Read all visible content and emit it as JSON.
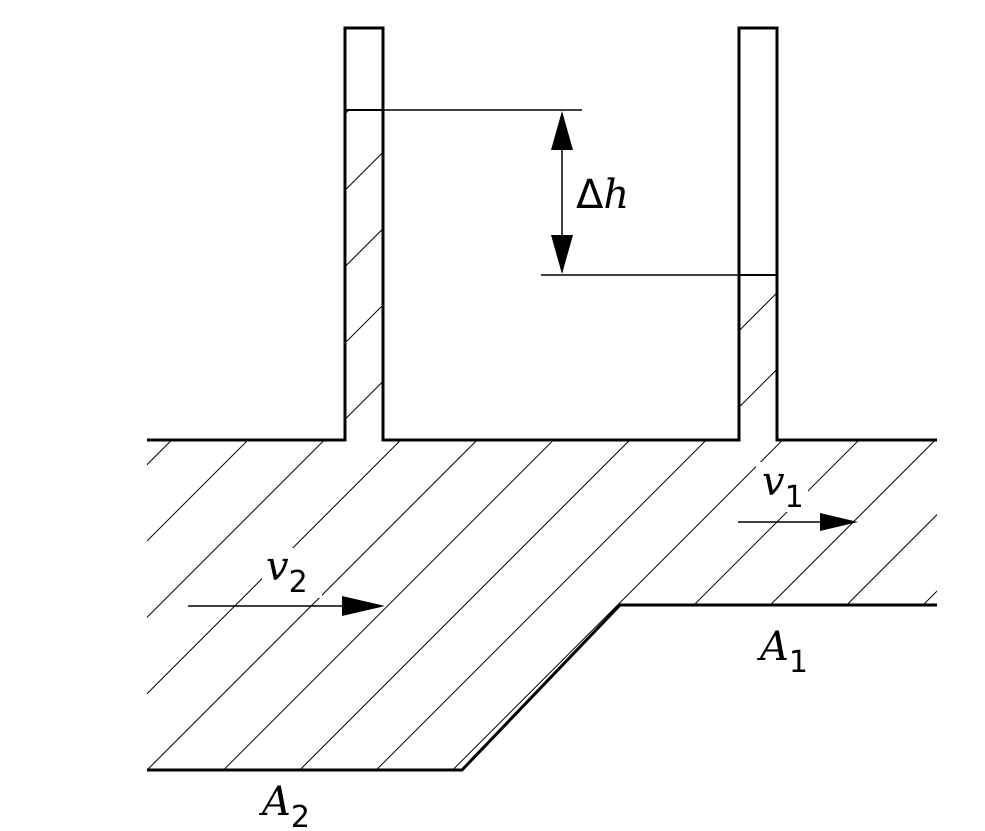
{
  "labels": {
    "delta_h": {
      "symbol": "Δ",
      "var": "h"
    },
    "v1": {
      "var": "v",
      "sub": "1"
    },
    "v2": {
      "var": "v",
      "sub": "2"
    },
    "A1": {
      "var": "A",
      "sub": "1"
    },
    "A2": {
      "var": "A",
      "sub": "2"
    }
  },
  "colors": {
    "ink": "#000000",
    "background": "#ffffff"
  }
}
